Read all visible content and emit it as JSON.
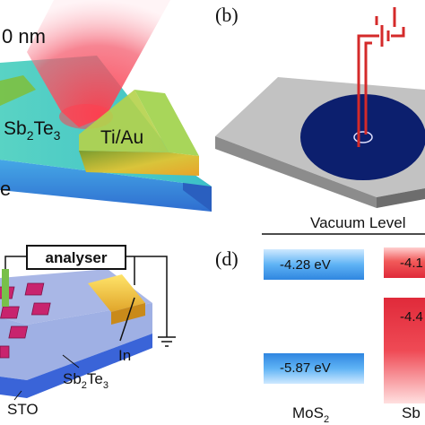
{
  "panel_a": {
    "wavelength_label": "0 nm",
    "material_label_main": "Sb",
    "material_label_sub1": "2",
    "material_label_mid": "Te",
    "material_label_sub2": "3",
    "contact_label": "Ti/Au",
    "substrate_label_fragment": "e"
  },
  "panel_b": {
    "label": "(b)"
  },
  "panel_c": {
    "analyser_label": "analyser",
    "contact_label": "In",
    "film_main": "Sb",
    "film_sub1": "2",
    "film_mid": "Te",
    "film_sub2": "3",
    "substrate_label": "STO"
  },
  "panel_d": {
    "label": "(d)",
    "vacuum_level_label": "Vacuum Level",
    "mos2_top_value": "-4.28 eV",
    "mos2_bottom_value": "-5.87 eV",
    "sb_top_value_fragment": "-4.1",
    "sb_bottom_value_fragment": "-4.4",
    "mos2_main": "MoS",
    "mos2_sub": "2",
    "sb_label_fragment": "Sb"
  },
  "colors": {
    "substrate_cyan": "#35c6c9",
    "substrate_blue": "#3a8fd8",
    "laser_red": "#e8263a",
    "contact_gold": "#d8c23a",
    "mos2_blue": "#3a9ee8",
    "sb_red": "#e8283a",
    "disk_navy": "#0c1f6e",
    "plate_gray": "#b9b9b9",
    "wire_red": "#d42a2a",
    "pad_magenta": "#c8246e",
    "film_lilac": "#a9b7e6",
    "strip_blue": "#3a64d8"
  }
}
